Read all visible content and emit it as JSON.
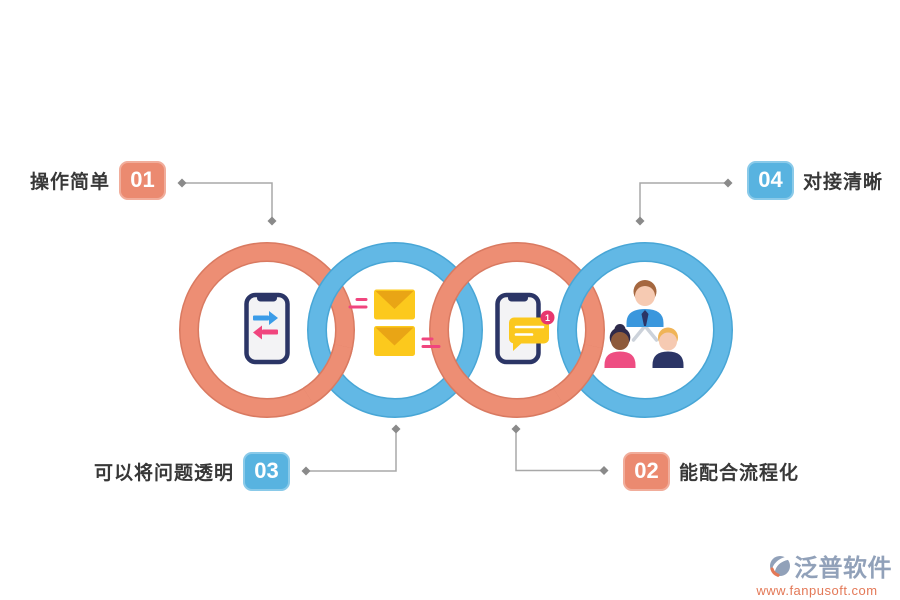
{
  "steps": [
    {
      "number": "01",
      "label": "操作简单",
      "badge_color": "#eb8a70",
      "position": "top-left"
    },
    {
      "number": "02",
      "label": "能配合流程化",
      "badge_color": "#eb8a70",
      "position": "bottom-right"
    },
    {
      "number": "03",
      "label": "可以将问题透明",
      "badge_color": "#58b3e0",
      "position": "bottom-left"
    },
    {
      "number": "04",
      "label": "对接清晰",
      "badge_color": "#58b3e0",
      "position": "top-right"
    }
  ],
  "rings": [
    {
      "order": 1,
      "color": "#ed8e74",
      "icon": "smartphone-sync-arrows-icon"
    },
    {
      "order": 2,
      "color": "#62b8e5",
      "icon": "mail-messages-icon"
    },
    {
      "order": 3,
      "color": "#ed8e74",
      "icon": "smartphone-chat-icon",
      "notification_count": "1"
    },
    {
      "order": 4,
      "color": "#62b8e5",
      "icon": "team-org-icon"
    }
  ],
  "colors": {
    "ring_orange": "#ed8e74",
    "ring_blue": "#62b8e5",
    "connector": "#a8a8a8",
    "label_text": "#383838",
    "navy": "#2b3566",
    "envelope_yellow": "#fcc91d",
    "pink": "#f0457e"
  },
  "watermark": {
    "brand": "泛普软件",
    "url": "www.fanpusoft.com",
    "logo": "fanpu-logo-icon"
  }
}
